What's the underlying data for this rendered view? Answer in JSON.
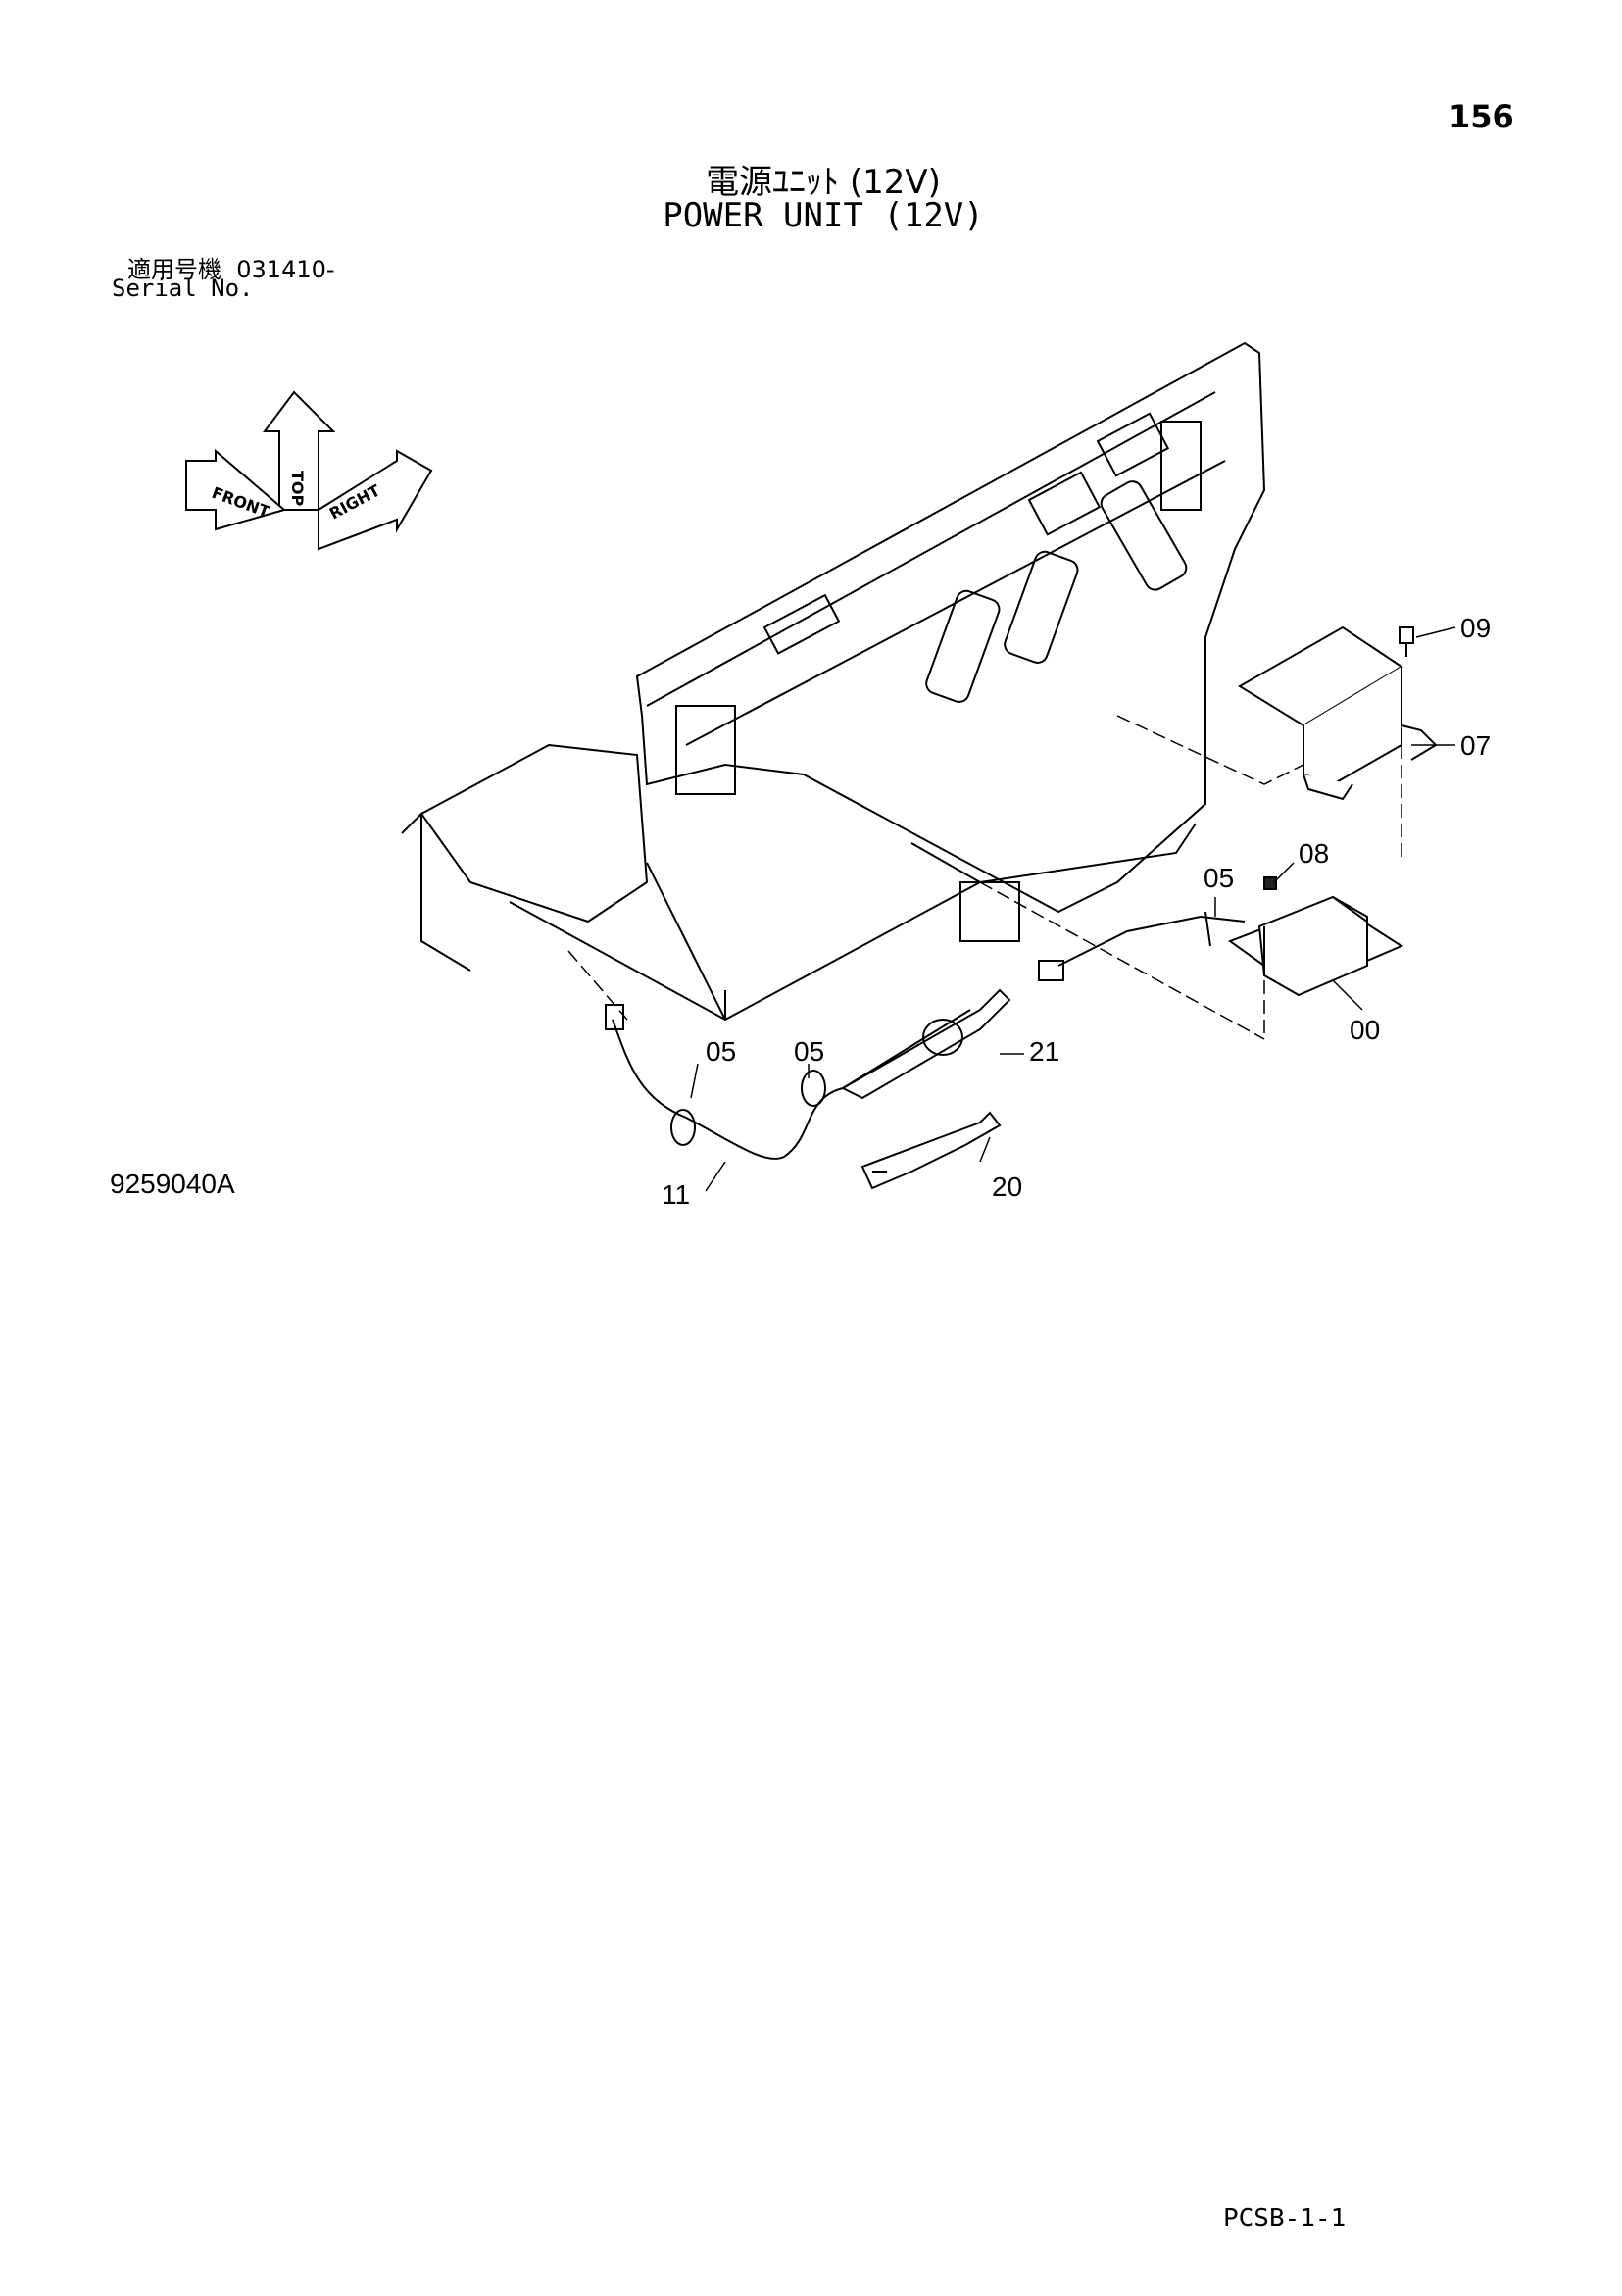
{
  "header": {
    "page_number": "156",
    "title_jp": "電源ﾕﾆｯﾄ (12V)",
    "title_en": "POWER UNIT (12V)",
    "serial_label_jp": "適用号機",
    "serial_value": "031410-",
    "serial_label_en": "Serial No."
  },
  "orientation": {
    "top": "TOP",
    "front": "FRONT",
    "right": "RIGHT"
  },
  "callouts": [
    {
      "label": "09"
    },
    {
      "label": "07"
    },
    {
      "label": "08"
    },
    {
      "label": "05"
    },
    {
      "label": "00"
    },
    {
      "label": "05"
    },
    {
      "label": "05"
    },
    {
      "label": "21"
    },
    {
      "label": "11"
    },
    {
      "label": "20"
    }
  ],
  "figure_id": "9259040A",
  "footer_code": "PCSB-1-1"
}
